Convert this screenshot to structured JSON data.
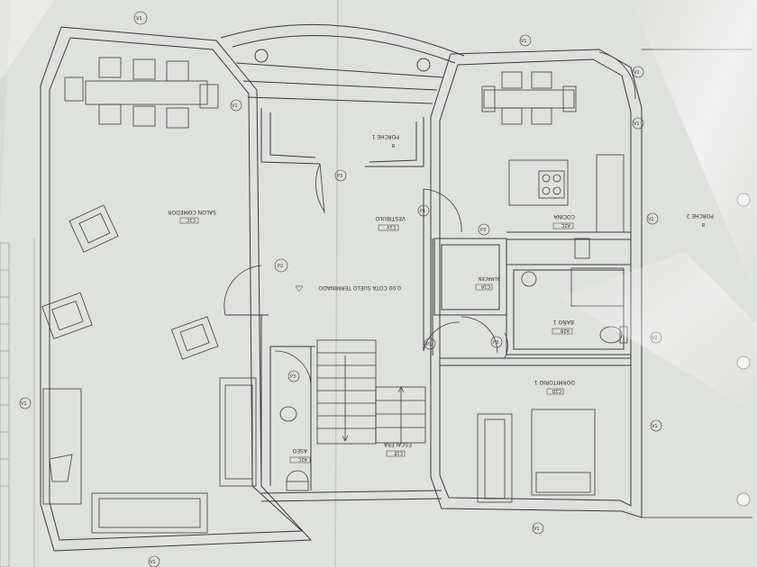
{
  "rooms": [
    {
      "id": "salon",
      "name": "SALON COMEDOR",
      "code": "C1C"
    },
    {
      "id": "porche1",
      "name": "PORCHE 1",
      "code": "B"
    },
    {
      "id": "vestibulo",
      "name": "VESTIBULO",
      "code": "C1V"
    },
    {
      "id": "cocina",
      "name": "COCINA",
      "code": "A2C"
    },
    {
      "id": "porche2",
      "name": "PORCHE 2",
      "code": "B"
    },
    {
      "id": "almacen",
      "name": "ALMACEN",
      "code": "C1A"
    },
    {
      "id": "bano",
      "name": "BAÑO 1",
      "code": "A2B"
    },
    {
      "id": "dormitorio",
      "name": "DORMITORIO 1",
      "code": "C1D"
    },
    {
      "id": "escalera",
      "name": "ESCALERA",
      "code": "C1E"
    },
    {
      "id": "aseo",
      "name": "ASEO",
      "code": "A2C"
    }
  ],
  "floor_level": "0,00  COTA SUELO TERMINADO",
  "markers": {
    "window": "V1",
    "window2": "V2",
    "door_p1": "P1",
    "door_p2": "P2",
    "door_p3": "P3"
  },
  "colors": {
    "paper": "#dcdedb",
    "ink": "#3a3a3a",
    "glare": "#ffffff"
  }
}
